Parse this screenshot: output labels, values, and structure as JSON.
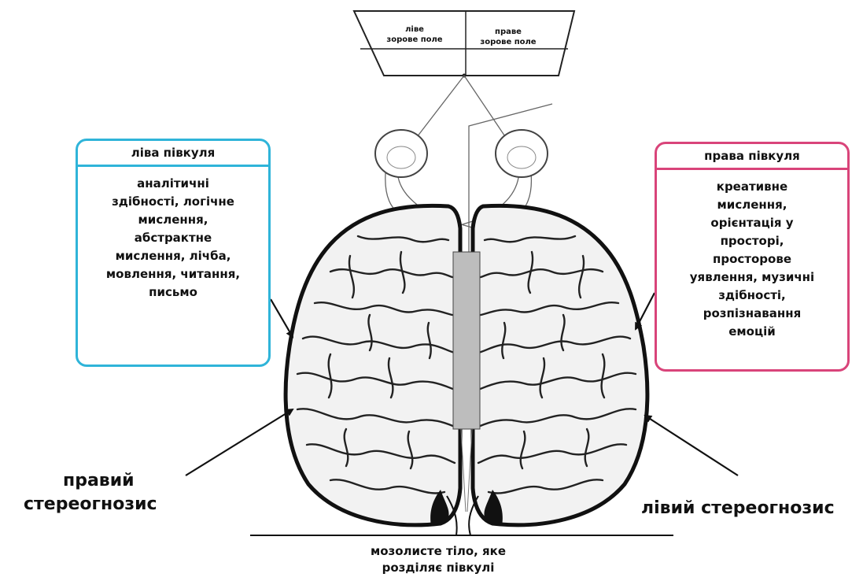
{
  "visual_field": {
    "left": [
      "ліве",
      "зорове поле"
    ],
    "right": [
      "праве",
      "зорове поле"
    ]
  },
  "left_hemisphere": {
    "title": "ліва півкуля",
    "functions": [
      "аналітичні",
      "здібності, логічне",
      "мислення,",
      "абстрактне",
      "мислення, лічба,",
      "мовлення, читання,",
      "письмо"
    ],
    "border_color": "#2fb4d9"
  },
  "right_hemisphere": {
    "title": "права півкуля",
    "functions": [
      "креативне",
      "мислення,",
      "орієнтація у",
      "просторі,",
      "просторове",
      "уявлення, музичні",
      "здібності,",
      "розпізнавання",
      "емоцій"
    ],
    "border_color": "#d9447a"
  },
  "labels": {
    "right_stereognosis": [
      "правий",
      "стереогнозис"
    ],
    "left_stereognosis": "лівий стереогнозис",
    "corpus_callosum": [
      "мозолисте тіло, яке",
      "розділяє півкулі"
    ]
  }
}
